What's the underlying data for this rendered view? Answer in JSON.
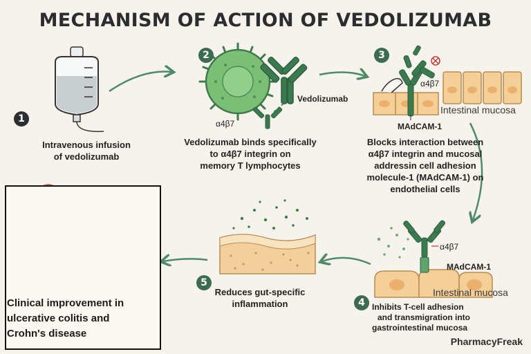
{
  "title": "MECHANISM OF ACTION OF VEDOLIZUMAB",
  "steps": [
    {
      "number": "1",
      "text_lines": [
        "Intravenous infusion",
        "of vedolizumab"
      ]
    },
    {
      "number": "2",
      "text_lines": [
        "Vedolizumab binds specifically",
        "to α4β7 integrin on",
        "memory T lymphocytes"
      ]
    },
    {
      "number": "3",
      "text_lines": [
        "Blocks interaction between",
        "α4β7 integrin and mucosal",
        "addressin cell adhesion",
        "molecule-1 (MAdCAM-1) on",
        "endothelial cells"
      ]
    },
    {
      "number": "4",
      "text_lines": [
        "Inhibits T-cell adhesion",
        "and transmigration into",
        "gastrointestinal mucosa"
      ]
    },
    {
      "number": "5",
      "text_lines": [
        "Reduces gut-specific",
        "inflammation"
      ]
    }
  ],
  "labels": {
    "vedolizumab": "Vedolizumab",
    "integrin": "α4β7",
    "madcam": "MAdCAM-1",
    "mucosa": "Intestinal mucosa"
  },
  "clinical": {
    "lines": [
      "Clinical improvement in",
      "ulcerative colitis and",
      "Crohn's disease"
    ]
  },
  "brand": "PharmacyFreak",
  "colors": {
    "arrow_green": "#4f8a68",
    "cell_green": "#7bbf77",
    "antibody_green": "#3b7a4f",
    "tissue": "#f4cf98",
    "intestine": "#f0b383"
  }
}
